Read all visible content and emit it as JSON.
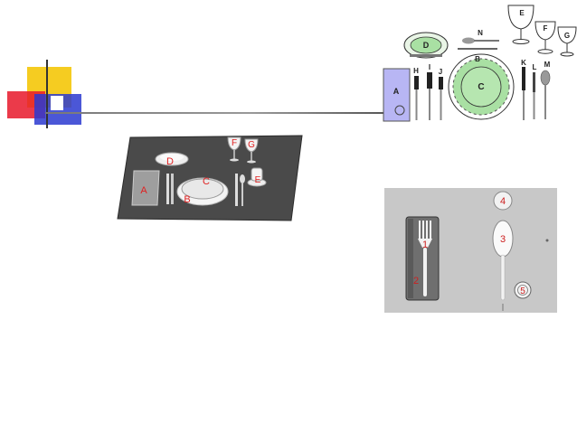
{
  "slide": {
    "accent_colors": {
      "yellow": "#f5cc21",
      "red": "#e8182a",
      "blue": "#2b3ad0",
      "line": "#555555"
    }
  },
  "formal_setting": {
    "labels": [
      "A",
      "B",
      "C",
      "D",
      "E",
      "F",
      "G",
      "H",
      "I",
      "J",
      "K",
      "L",
      "M",
      "N"
    ],
    "plate_color": "#a9e0a3",
    "napkin_color": "#b8b6f4"
  },
  "placemat_setting": {
    "labels": [
      "A",
      "B",
      "C",
      "D",
      "E",
      "F",
      "G"
    ],
    "mat_color": "#4a4a4a",
    "label_color": "#e02020"
  },
  "simple_setting": {
    "labels": [
      "1",
      "2",
      "3",
      "4",
      "5"
    ],
    "background": "#c8c8c8",
    "label_color": "#cc2020"
  }
}
